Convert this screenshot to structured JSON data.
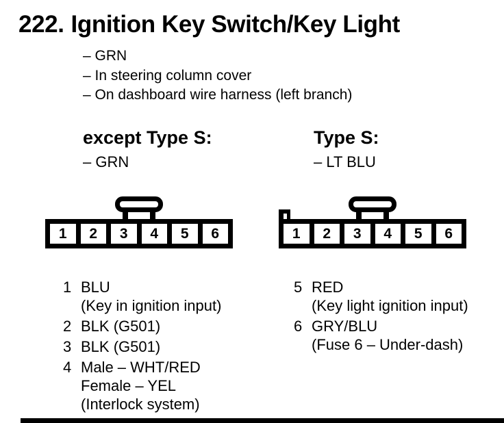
{
  "colors": {
    "ink": "#000000",
    "paper": "#ffffff"
  },
  "page": {
    "number": "222.",
    "title": "Ignition Key Switch/Key Light",
    "notes": [
      "– GRN",
      "– In steering column cover",
      "– On dashboard wire harness (left branch)"
    ]
  },
  "variants": [
    {
      "label": "except Type S:",
      "note": "– GRN"
    },
    {
      "label": "Type S:",
      "note": "– LT BLU"
    }
  ],
  "connectors": [
    {
      "pins": [
        "1",
        "2",
        "3",
        "4",
        "5",
        "6"
      ]
    },
    {
      "pins": [
        "1",
        "2",
        "3",
        "4",
        "5",
        "6"
      ]
    }
  ],
  "pin_lists": [
    {
      "items": [
        {
          "pin": "1",
          "lines": [
            "BLU",
            "(Key in ignition input)"
          ]
        },
        {
          "pin": "2",
          "lines": [
            "BLK (G501)"
          ]
        },
        {
          "pin": "3",
          "lines": [
            "BLK (G501)"
          ]
        },
        {
          "pin": "4",
          "lines": [
            "Male – WHT/RED",
            "Female – YEL",
            "(Interlock system)"
          ]
        }
      ]
    },
    {
      "items": [
        {
          "pin": "5",
          "lines": [
            "RED",
            "(Key light ignition input)"
          ]
        },
        {
          "pin": "6",
          "lines": [
            "GRY/BLU",
            "(Fuse 6 – Under-dash)"
          ]
        }
      ]
    }
  ]
}
